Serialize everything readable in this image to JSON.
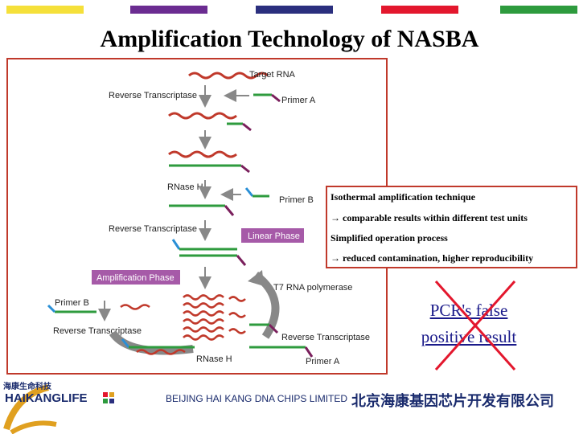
{
  "title": "Amplification Technology of NASBA",
  "header_bars": [
    {
      "color": "#f5e03a"
    },
    {
      "color": "#6b2c91"
    },
    {
      "color": "#2b2f7e"
    },
    {
      "color": "#e3172d"
    },
    {
      "color": "#2e9b3e"
    }
  ],
  "diagram": {
    "labels": {
      "target_rna": "Target RNA",
      "reverse_transcriptase_1": "Reverse Transcriptase",
      "primer_a_1": "Primer A",
      "rnase_h_1": "RNase H",
      "primer_b_1": "Primer B",
      "reverse_transcriptase_2": "Reverse Transcriptase",
      "linear_phase": "Linear Phase",
      "amplification_phase": "Amplification Phase",
      "t7_rna_polymerase": "T7 RNA polymerase",
      "primer_b_2": "Primer B",
      "reverse_transcriptase_3": "Reverse Transcriptase",
      "reverse_transcriptase_4": "Reverse Transcriptase",
      "rnase_h_2": "RNase H",
      "primer_a_2": "Primer A"
    },
    "colors": {
      "rna": "#c0392b",
      "dna": "#2e9b3e",
      "primer_blue": "#2a8fd6",
      "primer_purple": "#7a1f5c",
      "phase_box": "#a65aa8",
      "arrow": "#888888"
    }
  },
  "info": {
    "line1": "Isothermal amplification technique",
    "line2": "→ comparable results within different test units",
    "line3": "Simplified operation process",
    "line4": "→ reduced contamination, higher reproducibility"
  },
  "pcr_note": {
    "line1": "PCR's false",
    "line2": "positive result"
  },
  "footer": {
    "company_en": "BEIJING HAI KANG DNA CHIPS LIMITED",
    "company_cn": "北京海康基因芯片开发有限公司"
  },
  "logo": {
    "cn": "海康生命科技",
    "en": "HAIKANGLIFE",
    "colors": {
      "navy": "#1a2b6d",
      "gold": "#e0a020"
    }
  }
}
